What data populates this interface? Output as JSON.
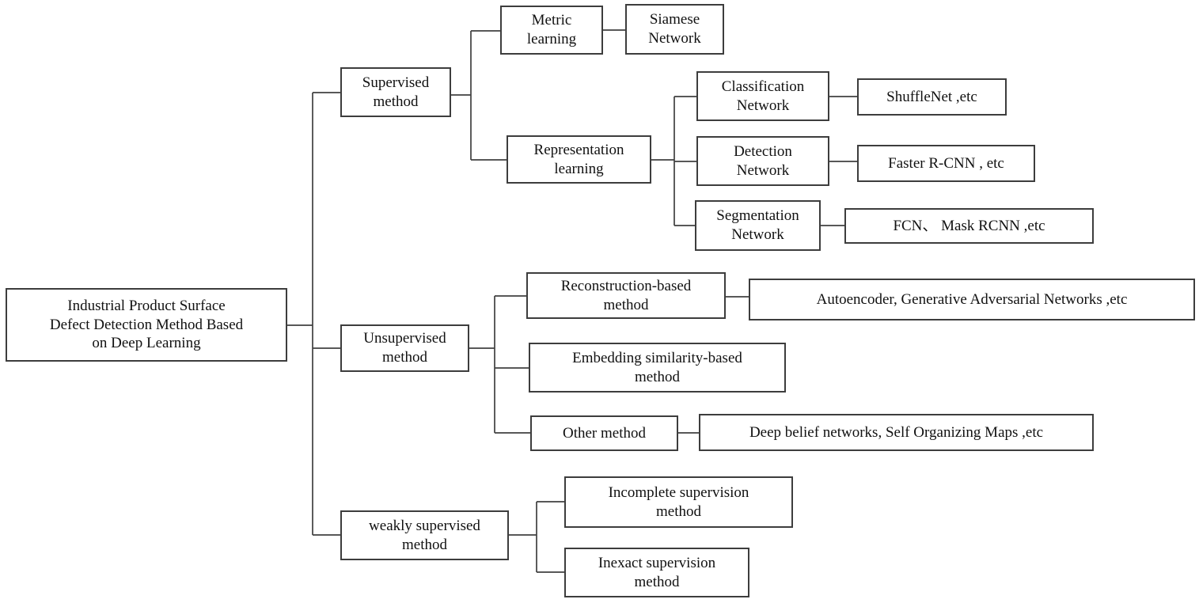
{
  "diagram": {
    "title_context": "Taxonomy tree of industrial product surface defect detection methods",
    "colors": {
      "background": "#ffffff",
      "box_border": "#3d3d3d",
      "line": "#404040",
      "text": "#111111"
    },
    "nodes": {
      "root": {
        "label": "Industrial Product Surface\nDefect Detection Method Based\non Deep Learning"
      },
      "supervised": {
        "label": "Supervised\nmethod"
      },
      "metric": {
        "label": "Metric\nlearning"
      },
      "siamese": {
        "label": "Siamese\nNetwork"
      },
      "representation": {
        "label": "Representation\nlearning"
      },
      "classification": {
        "label": "Classification\nNetwork"
      },
      "shufflenet": {
        "label": "ShuffleNet ,etc"
      },
      "detection": {
        "label": "Detection\nNetwork"
      },
      "faster": {
        "label": "Faster R-CNN , etc"
      },
      "segmentation": {
        "label": "Segmentation\nNetwork"
      },
      "fcn": {
        "label": "FCN、 Mask RCNN ,etc"
      },
      "unsupervised": {
        "label": "Unsupervised\nmethod"
      },
      "reconstruction": {
        "label": "Reconstruction-based\nmethod"
      },
      "autoencoder": {
        "label": "Autoencoder, Generative Adversarial Networks ,etc"
      },
      "embedding": {
        "label": "Embedding similarity-based\nmethod"
      },
      "other": {
        "label": "Other method"
      },
      "dbn": {
        "label": "Deep belief networks, Self Organizing Maps ,etc"
      },
      "weakly": {
        "label": "weakly supervised\nmethod"
      },
      "incomplete": {
        "label": "Incomplete supervision\nmethod"
      },
      "inexact": {
        "label": "Inexact supervision\nmethod"
      }
    },
    "edges": [
      [
        "root",
        "supervised"
      ],
      [
        "root",
        "unsupervised"
      ],
      [
        "root",
        "weakly"
      ],
      [
        "supervised",
        "metric"
      ],
      [
        "supervised",
        "representation"
      ],
      [
        "metric",
        "siamese"
      ],
      [
        "representation",
        "classification"
      ],
      [
        "representation",
        "detection"
      ],
      [
        "representation",
        "segmentation"
      ],
      [
        "classification",
        "shufflenet"
      ],
      [
        "detection",
        "faster"
      ],
      [
        "segmentation",
        "fcn"
      ],
      [
        "unsupervised",
        "reconstruction"
      ],
      [
        "unsupervised",
        "embedding"
      ],
      [
        "unsupervised",
        "other"
      ],
      [
        "reconstruction",
        "autoencoder"
      ],
      [
        "other",
        "dbn"
      ],
      [
        "weakly",
        "incomplete"
      ],
      [
        "weakly",
        "inexact"
      ]
    ]
  }
}
